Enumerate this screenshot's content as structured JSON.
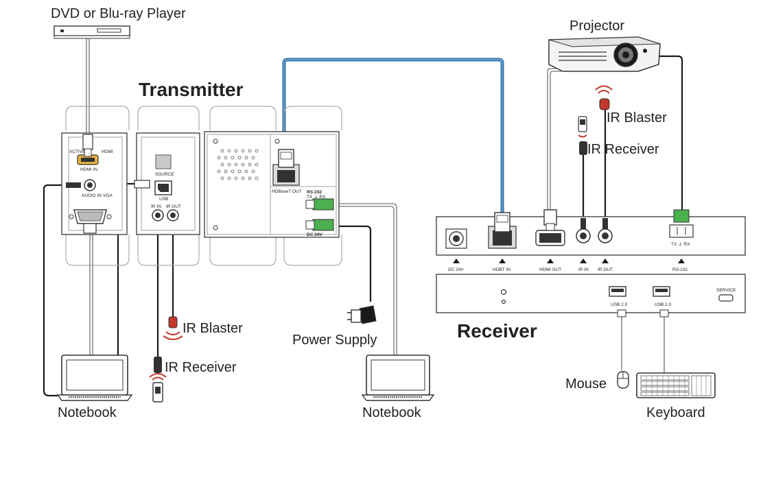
{
  "labels": {
    "dvd_player": "DVD or Blu-ray Player",
    "projector": "Projector",
    "transmitter": "Transmitter",
    "receiver": "Receiver",
    "ir_blaster_rx": "IR Blaster",
    "ir_receiver_rx": "IR  Receiver",
    "ir_blaster_tx": "IR Blaster",
    "ir_receiver_tx": "IR Receiver",
    "power_supply": "Power Supply",
    "notebook_left": "Notebook",
    "notebook_mid": "Notebook",
    "mouse": "Mouse",
    "keyboard": "Keyboard"
  },
  "transmitter_ports": {
    "active": "ACTIVE",
    "hdmi": "HDMI",
    "hdmi_in": "HDMI IN",
    "audio_in": "AUDIO IN",
    "vga": "VGA",
    "source": "SOURCE",
    "usb": "USB",
    "ir_in": "IR IN",
    "ir_out": "IR OUT",
    "hdbaset_out": "HDBaseT OUT",
    "rs232": "RS-232",
    "tx_rx": "TX ⏚ RX",
    "dc24v": "DC 24V"
  },
  "receiver_ports": {
    "dc24v": "DC 24V",
    "hdbt_in": "HDBT IN",
    "hdmi_out": "HDMI OUT",
    "ir_in": "IR IN",
    "ir_out": "IR OUT",
    "rs232": "RS-232",
    "tx_rx": "TX ⏚ RX",
    "usb1": "USB 2.0",
    "usb2": "USB 2.0",
    "service": "SERVICE"
  },
  "colors": {
    "hdbaset_cable": "#2e6fa8",
    "hdmi_gold": "#e3b040",
    "terminal_green": "#4caf50",
    "ir_red": "#c0392b"
  }
}
